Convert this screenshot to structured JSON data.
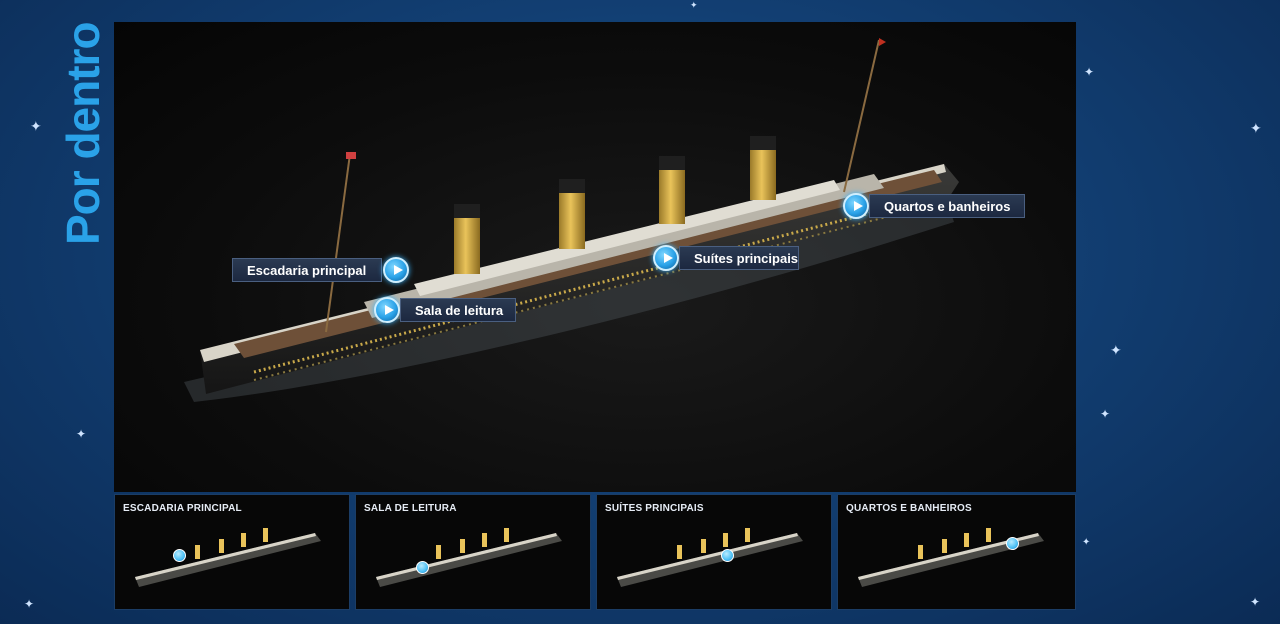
{
  "page": {
    "side_title": "Por dentro",
    "accent_color": "#2aa2e8",
    "background_color": "#123f73"
  },
  "hotspots": [
    {
      "id": "escadaria",
      "label": "Escadaria principal",
      "icon": "play-icon"
    },
    {
      "id": "sala",
      "label": "Sala de leitura",
      "icon": "play-icon"
    },
    {
      "id": "suites",
      "label": "Suítes principais",
      "icon": "play-icon"
    },
    {
      "id": "quartos",
      "label": "Quartos e  banheiros",
      "icon": "play-icon"
    }
  ],
  "thumbnails": [
    {
      "title": "ESCADARIA PRINCIPAL",
      "icon": "location-dot-icon"
    },
    {
      "title": "SALA DE LEITURA",
      "icon": "location-dot-icon"
    },
    {
      "title": "SUÍTES PRINCIPAIS",
      "icon": "location-dot-icon"
    },
    {
      "title": "QUARTOS E BANHEIROS",
      "icon": "location-dot-icon"
    }
  ]
}
